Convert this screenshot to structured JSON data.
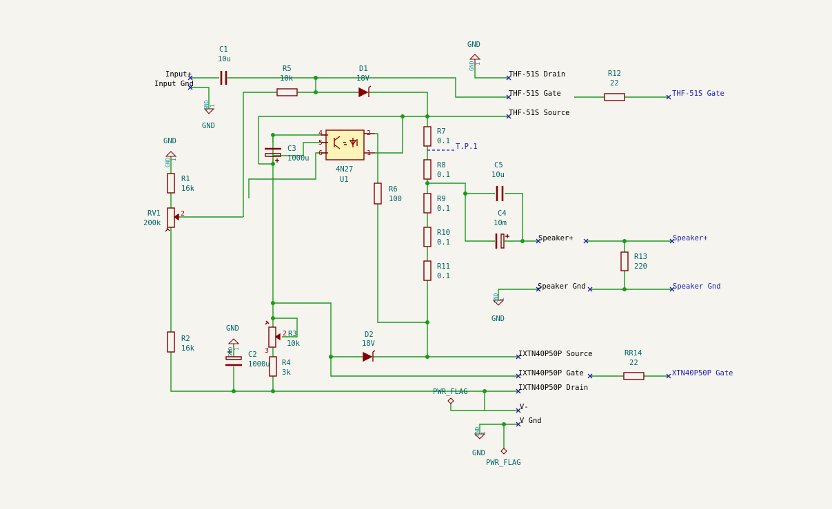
{
  "components": {
    "c1": {
      "ref": "C1",
      "value": "10u"
    },
    "c2": {
      "ref": "C2",
      "value": "1000u"
    },
    "c3": {
      "ref": "C3",
      "value": "1000u"
    },
    "c4": {
      "ref": "C4",
      "value": "10m"
    },
    "c5": {
      "ref": "C5",
      "value": "10u"
    },
    "r1": {
      "ref": "R1",
      "value": "16k"
    },
    "r2": {
      "ref": "R2",
      "value": "16k"
    },
    "r3": {
      "ref": "R3",
      "value": "10k"
    },
    "r4": {
      "ref": "R4",
      "value": "3k"
    },
    "r5": {
      "ref": "R5",
      "value": "10k"
    },
    "r6": {
      "ref": "R6",
      "value": "100"
    },
    "r7": {
      "ref": "R7",
      "value": "0.1"
    },
    "r8": {
      "ref": "R8",
      "value": "0.1"
    },
    "r9": {
      "ref": "R9",
      "value": "0.1"
    },
    "r10": {
      "ref": "R10",
      "value": "0.1"
    },
    "r11": {
      "ref": "R11",
      "value": "0.1"
    },
    "r12": {
      "ref": "R12",
      "value": "22"
    },
    "r13": {
      "ref": "R13",
      "value": "220"
    },
    "r14": {
      "ref": "RR14",
      "value": "22"
    },
    "rv1": {
      "ref": "RV1",
      "value": "200k"
    },
    "d1": {
      "ref": "D1",
      "value": "18V"
    },
    "d2": {
      "ref": "D2",
      "value": "18V"
    },
    "u1": {
      "ref": "U1",
      "value": "4N27",
      "pins": [
        "4",
        "5",
        "6",
        "2",
        "1"
      ]
    }
  },
  "pins": {
    "rv1_wiper": "2",
    "r3_wiper": "2",
    "r3_end": "3",
    "gnd_pin": "1"
  },
  "power": {
    "gnd": "GND",
    "gnd_pin_name": "GND",
    "pwr_flag": "PWR_FLAG"
  },
  "labels": {
    "input_plus": "Input+",
    "input_gnd": "Input Gnd",
    "thf_drain": "THF-51S Drain",
    "thf_gate": "THF-51S Gate",
    "thf_source": "THF-51S Source",
    "thf_gate_global": "THF-51S Gate",
    "tp1": "T.P.1",
    "speaker_plus": "Speaker+",
    "speaker_plus_global": "Speaker+",
    "speaker_gnd": "Speaker Gnd",
    "speaker_gnd_global": "Speaker Gnd",
    "ixtn_source": "IXTN40P50P Source",
    "ixtn_gate": "IXTN40P50P Gate",
    "ixtn_drain": "IXTN40P50P Drain",
    "xtn_gate_global": "XTN40P50P Gate",
    "v_minus": "V-",
    "v_gnd": "V Gnd"
  },
  "colors": {
    "wire": "#1a9a1a",
    "component": "#840000",
    "global_label": "#1a1ab0",
    "ic_fill": "#fff4b8",
    "background": "#f5f4ef"
  }
}
